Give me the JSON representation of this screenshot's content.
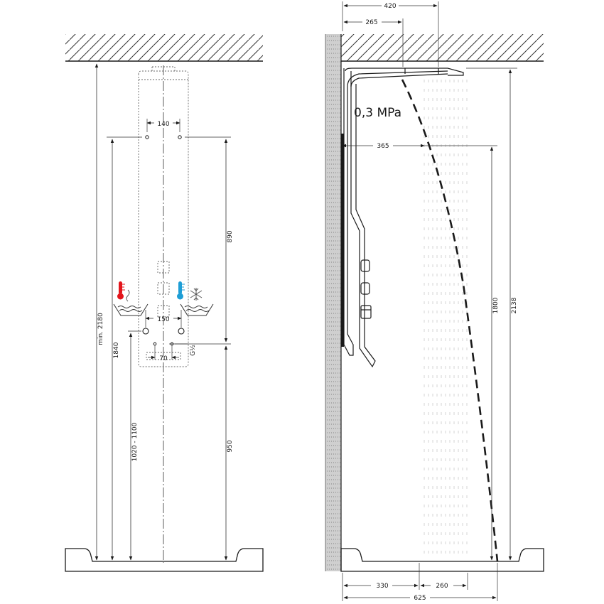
{
  "front_view": {
    "dim_ceiling_to_floor": "min. 2180",
    "dim_inlets_height": "1840",
    "dim_mixer_height": "1020 - 1100",
    "dim_inlet_spacing": "140",
    "dim_vertical_upper": "890",
    "dim_vertical_lower": "950",
    "dim_connection_spacing": "150",
    "dim_lower_spacing": "70",
    "thread_label": "G½",
    "hot_icon": "thermometer-hot-icon",
    "cold_icon": "thermometer-cold-icon",
    "hot_color": "#e3151b",
    "cold_color": "#1e9ed6"
  },
  "side_view": {
    "dim_top_total": "420",
    "dim_top_inner": "265",
    "dim_shower_reach": "365",
    "pressure_label": "0,3 MPa",
    "dim_spray_height": "1800",
    "dim_total_height": "2138",
    "dim_bottom_left": "330",
    "dim_bottom_right": "260",
    "dim_bottom_total": "625"
  }
}
